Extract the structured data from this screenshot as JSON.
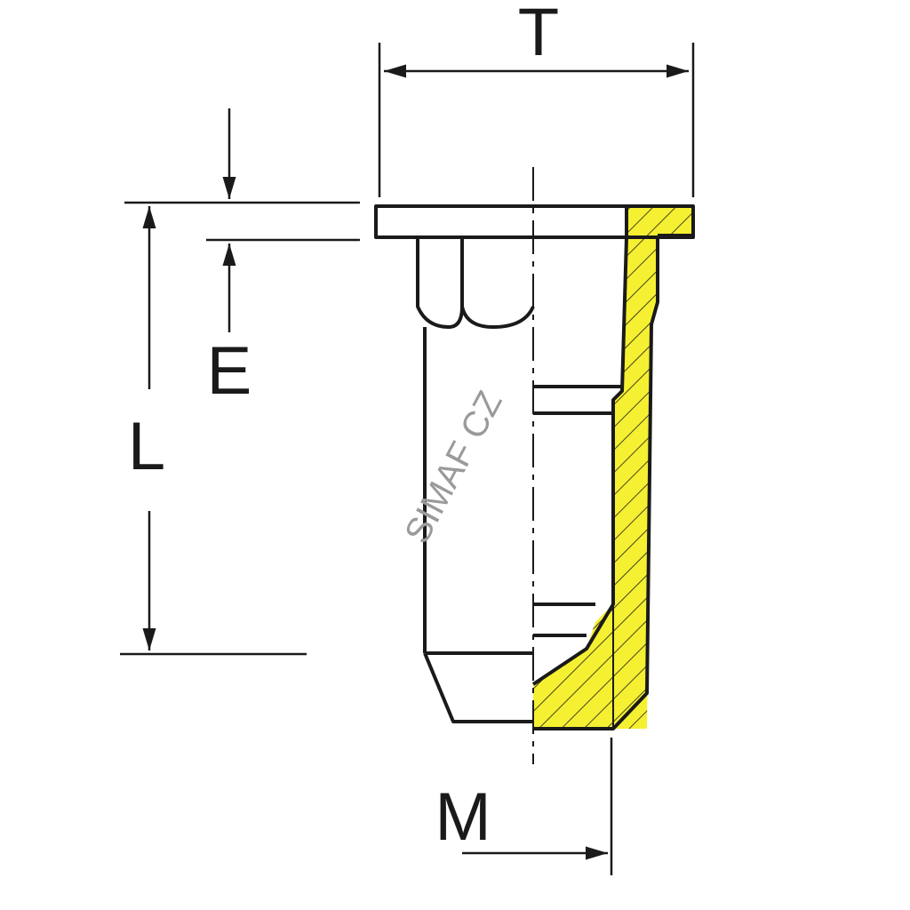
{
  "diagram": {
    "labels": {
      "T": "T",
      "E": "E",
      "L": "L",
      "M": "M"
    },
    "watermark": "SIMAF CZ",
    "colors": {
      "section_fill": "#f5f032",
      "line": "#1a1a1a",
      "watermark": "#9a9a9a",
      "background": "#ffffff"
    }
  }
}
